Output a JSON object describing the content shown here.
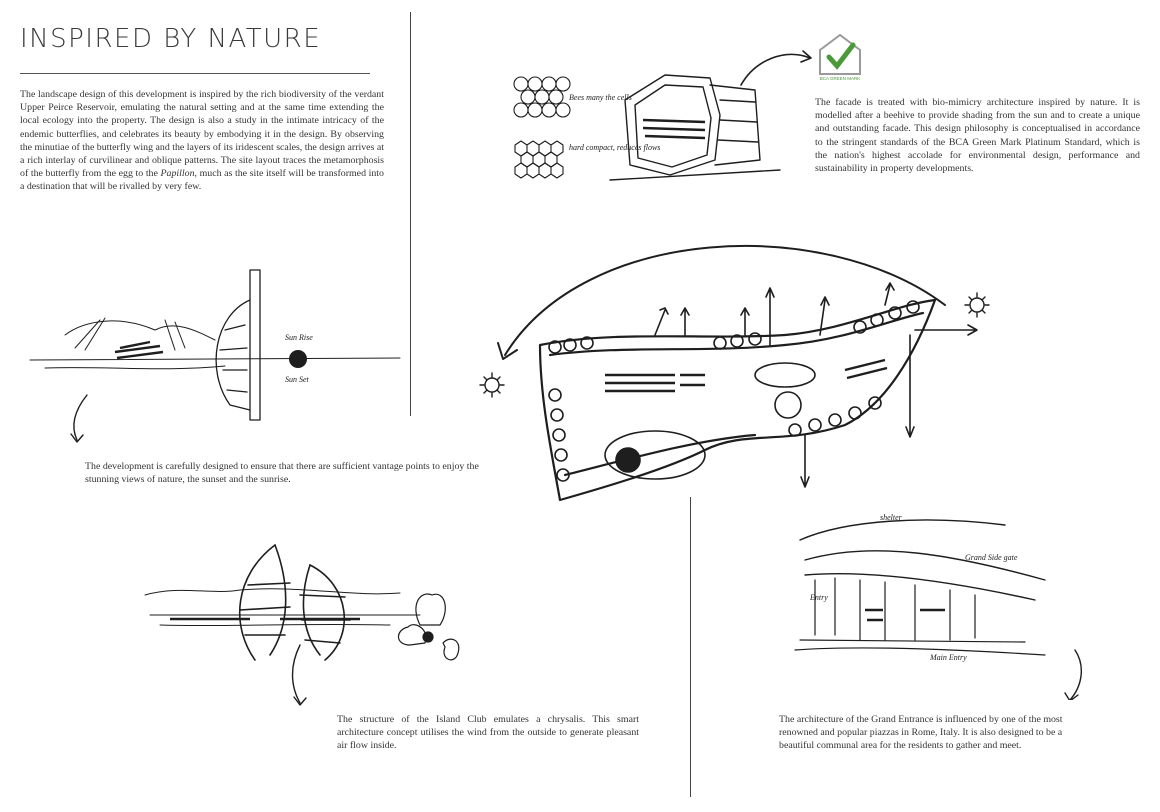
{
  "page": {
    "title": "INSPIRED BY NATURE"
  },
  "intro": {
    "part1": "The landscape design of this development is inspired by the rich biodiversity of the verdant Upper Peirce Reservoir, emulating the natural setting and at the same time extending the local ecology into the property. The design is also a study in the intimate intricacy of the endemic butterflies, and celebrates its beauty by embodying it in the design. By observing the minutiae of the butterfly wing and the layers of its iridescent scales, the design arrives at a rich interlay of curvilinear and oblique patterns. The site layout traces the metamorphosis of the butterfly from the egg to the ",
    "emphasis": "Papillon",
    "part2": ", much as the site itself will be transformed into a destination that will be rivalled by very few."
  },
  "facade": {
    "text": "The facade is treated with bio-mimicry architecture inspired by nature. It is modelled after a beehive to provide shading from the sun and to create a unique and outstanding facade. This design philosophy is conceptualised in accordance to the stringent standards of the BCA Green Mark Platinum Standard, which is the nation's highest accolade for environmental design, performance and sustainability in property developments.",
    "badge_label": "BCA GREEN MARK",
    "sketch_note_top": "Bees many the cells",
    "sketch_note_bottom": "hard compact, reduces flows"
  },
  "vantage": {
    "text": "The development is carefully designed to ensure that there are sufficient vantage points to enjoy the stunning views of nature, the sunset and the sunrise.",
    "sketch_label_rise": "Sun Rise",
    "sketch_label_set": "Sun Set"
  },
  "island_club": {
    "text": "The structure of the Island Club emulates a chrysalis. This smart architecture concept utilises the wind from the outside to generate pleasant air flow inside."
  },
  "grand_entrance": {
    "text": "The architecture of the Grand Entrance is influenced by one of the most renowned and popular piazzas in Rome, Italy. It is also designed to be a beautiful communal area for the residents to gather and meet.",
    "sketch_label_1": "Grand Side gate",
    "sketch_label_2": "Entry",
    "sketch_label_3": "Main Entry",
    "sketch_label_4": "shelter"
  },
  "colors": {
    "ink": "#1e1e1e",
    "text": "#333333",
    "badge_green": "#4a9a3a"
  }
}
